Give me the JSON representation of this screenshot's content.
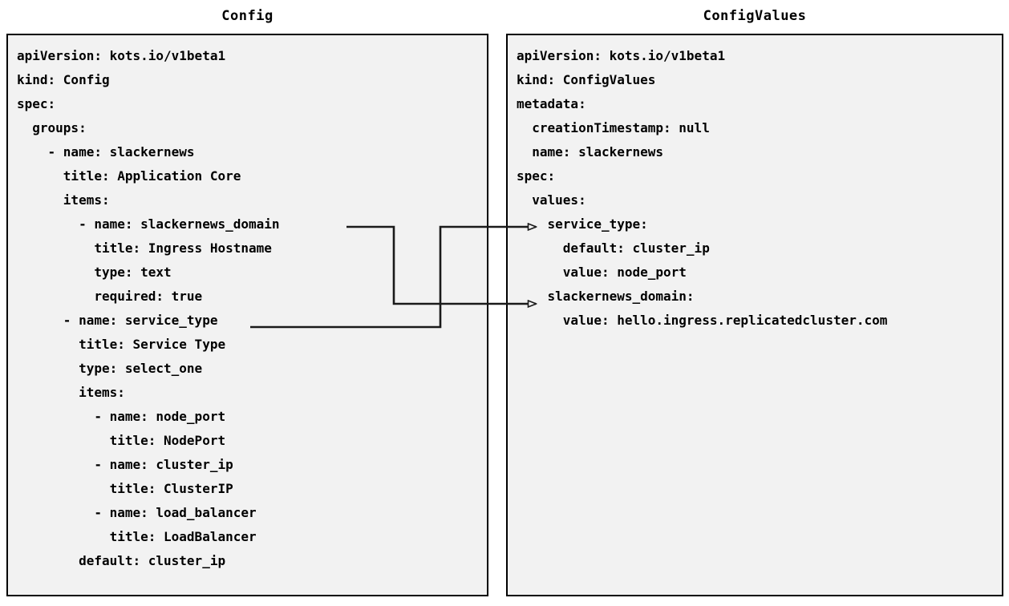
{
  "diagram": {
    "type": "two-panel-yaml-mapping",
    "background_color": "#ffffff",
    "panel_fill": "#f2f2f2",
    "panel_border": "#000000",
    "connector_color": "#1a1a1a"
  },
  "left_panel": {
    "title": "Config",
    "lines": [
      "apiVersion: kots.io/v1beta1",
      "kind: Config",
      "spec:",
      "  groups:",
      "    - name: slackernews",
      "      title: Application Core",
      "      items:",
      "        - name: slackernews_domain",
      "          title: Ingress Hostname",
      "          type: text",
      "          required: true",
      "      - name: service_type",
      "        title: Service Type",
      "        type: select_one",
      "        items:",
      "          - name: node_port",
      "            title: NodePort",
      "          - name: cluster_ip",
      "            title: ClusterIP",
      "          - name: load_balancer",
      "            title: LoadBalancer",
      "        default: cluster_ip"
    ]
  },
  "right_panel": {
    "title": "ConfigValues",
    "lines": [
      "apiVersion: kots.io/v1beta1",
      "kind: ConfigValues",
      "metadata:",
      "  creationTimestamp: null",
      "  name: slackernews",
      "spec:",
      "  values:",
      "    service_type:",
      "      default: cluster_ip",
      "      value: node_port",
      "    slackernews_domain:",
      "      value: hello.ingress.replicatedcluster.com"
    ]
  },
  "connectors": [
    {
      "id": "slackernews-domain-link",
      "from_label": "slackernews_domain",
      "to_label": "slackernews_domain:",
      "arrowhead": "open-triangle"
    },
    {
      "id": "service-type-link",
      "from_label": "service_type",
      "to_label": "service_type:",
      "arrowhead": "open-triangle"
    }
  ]
}
